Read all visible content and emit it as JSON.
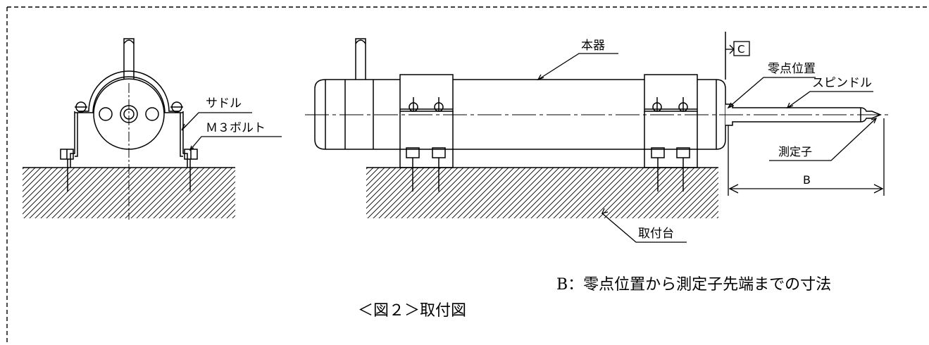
{
  "labels": {
    "body": "本器",
    "zero_point": "零点位置",
    "spindle": "スピンドル",
    "saddle": "サドル",
    "m3_bolt": "Ｍ３ボルト",
    "probe": "測定子",
    "mount_base": "取付台",
    "dim_b": "B",
    "ref_c": "C"
  },
  "note": "B：零点位置から測定子先端までの寸法",
  "caption": "＜図２＞取付図"
}
